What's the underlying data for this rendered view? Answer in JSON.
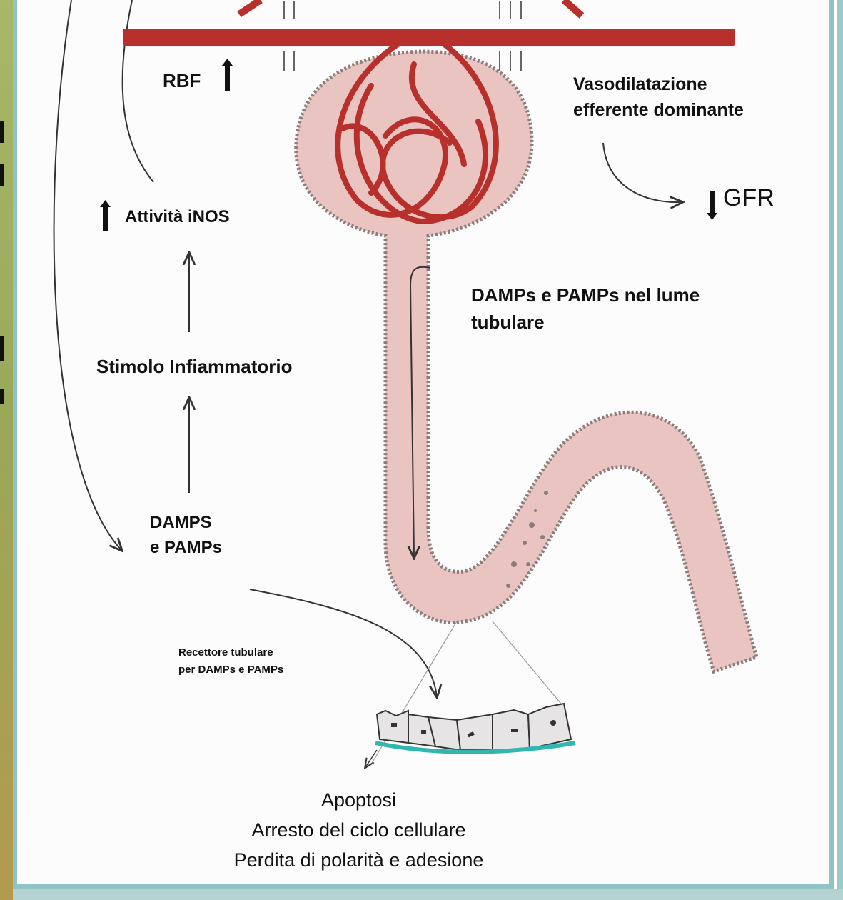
{
  "labels": {
    "rbf": "RBF",
    "vasodilatazione": "Vasodilatazione\nefferente dominante",
    "gfr": "GFR",
    "inos": "Attività iNOS",
    "damps_lume": "DAMPs e PAMPs nel lume\ntubulare",
    "stimolo": "Stimolo Infiammatorio",
    "damps": "DAMPS\ne PAMPs",
    "recettore": "Recettore tubulare\nper DAMPs e PAMPs",
    "effects": "Apoptosi\nArresto del ciclo cellulare\nPerdita di polarità e adesione"
  },
  "colors": {
    "vessel": "#b8302c",
    "tubule": "#e9c4c1",
    "tubule_outline": "#8a7d7b",
    "membrane": "#2fb7b0",
    "frame": "#8fc3c7"
  }
}
